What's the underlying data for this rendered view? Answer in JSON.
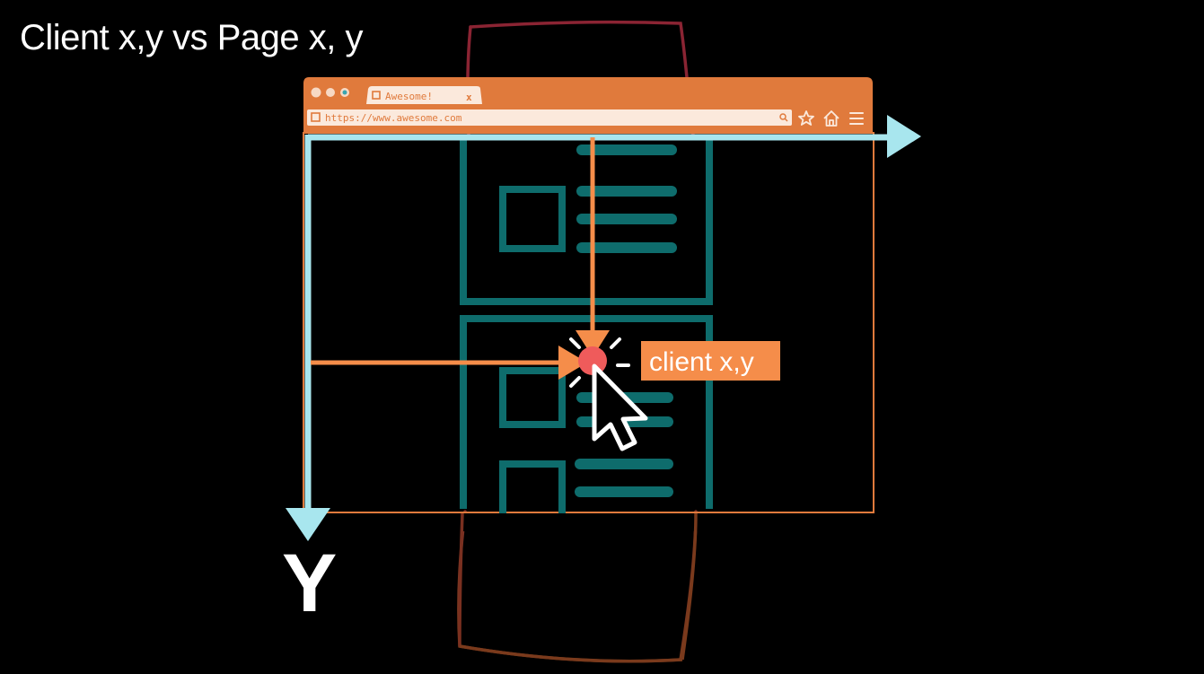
{
  "title": "Client x,y vs Page x, y",
  "browser": {
    "tab_label": "Awesome!",
    "tab_close": "x",
    "url": "https://www.awesome.com"
  },
  "annotations": {
    "client_label": "client x,y",
    "y_axis_label": "Y"
  },
  "colors": {
    "background": "#000000",
    "browser_chrome": "#e07a3c",
    "axis_arrow": "#a8e6ee",
    "client_arrow": "#f58d4a",
    "page_outline": "#8b2433",
    "content_blocks": "#0e6c6c",
    "cursor_dot": "#ef5b5b"
  },
  "icons": [
    "window-dot-icon",
    "window-dot-icon",
    "window-dot-icon",
    "tab-page-icon",
    "tab-close-icon",
    "url-page-icon",
    "url-search-icon",
    "star-icon",
    "home-icon",
    "menu-icon",
    "cursor-icon"
  ]
}
